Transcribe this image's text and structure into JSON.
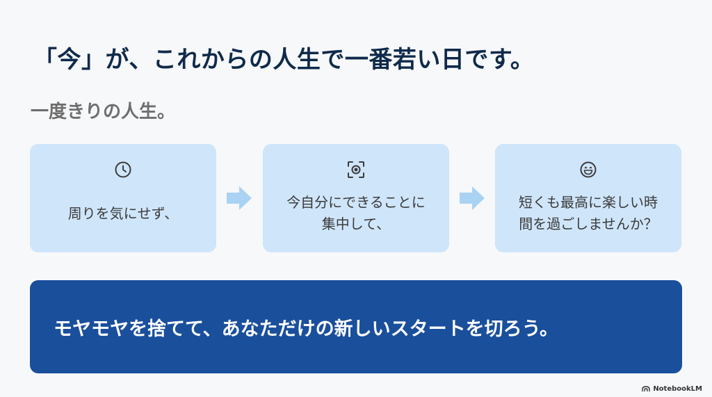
{
  "title": "「今」が、これからの人生で一番若い日です。",
  "subtitle": "一度きりの人生。",
  "cards": [
    {
      "icon": "clock-icon",
      "text": "周りを気にせず、"
    },
    {
      "icon": "focus-icon",
      "text": "今自分にできることに\n集中して、"
    },
    {
      "icon": "smile-icon",
      "text": "短くも最高に楽しい時\n間を過ごしませんか？"
    }
  ],
  "banner": "モヤモヤを捨てて、あなただけの新しいスタートを切ろう。",
  "brand": "NotebookLM",
  "colors": {
    "title": "#0f2a4a",
    "subtitle": "#6e6e6e",
    "card_bg": "#cfe5fa",
    "arrow": "#a9d2f3",
    "banner_bg": "#1a4f9c",
    "banner_text": "#ffffff"
  }
}
